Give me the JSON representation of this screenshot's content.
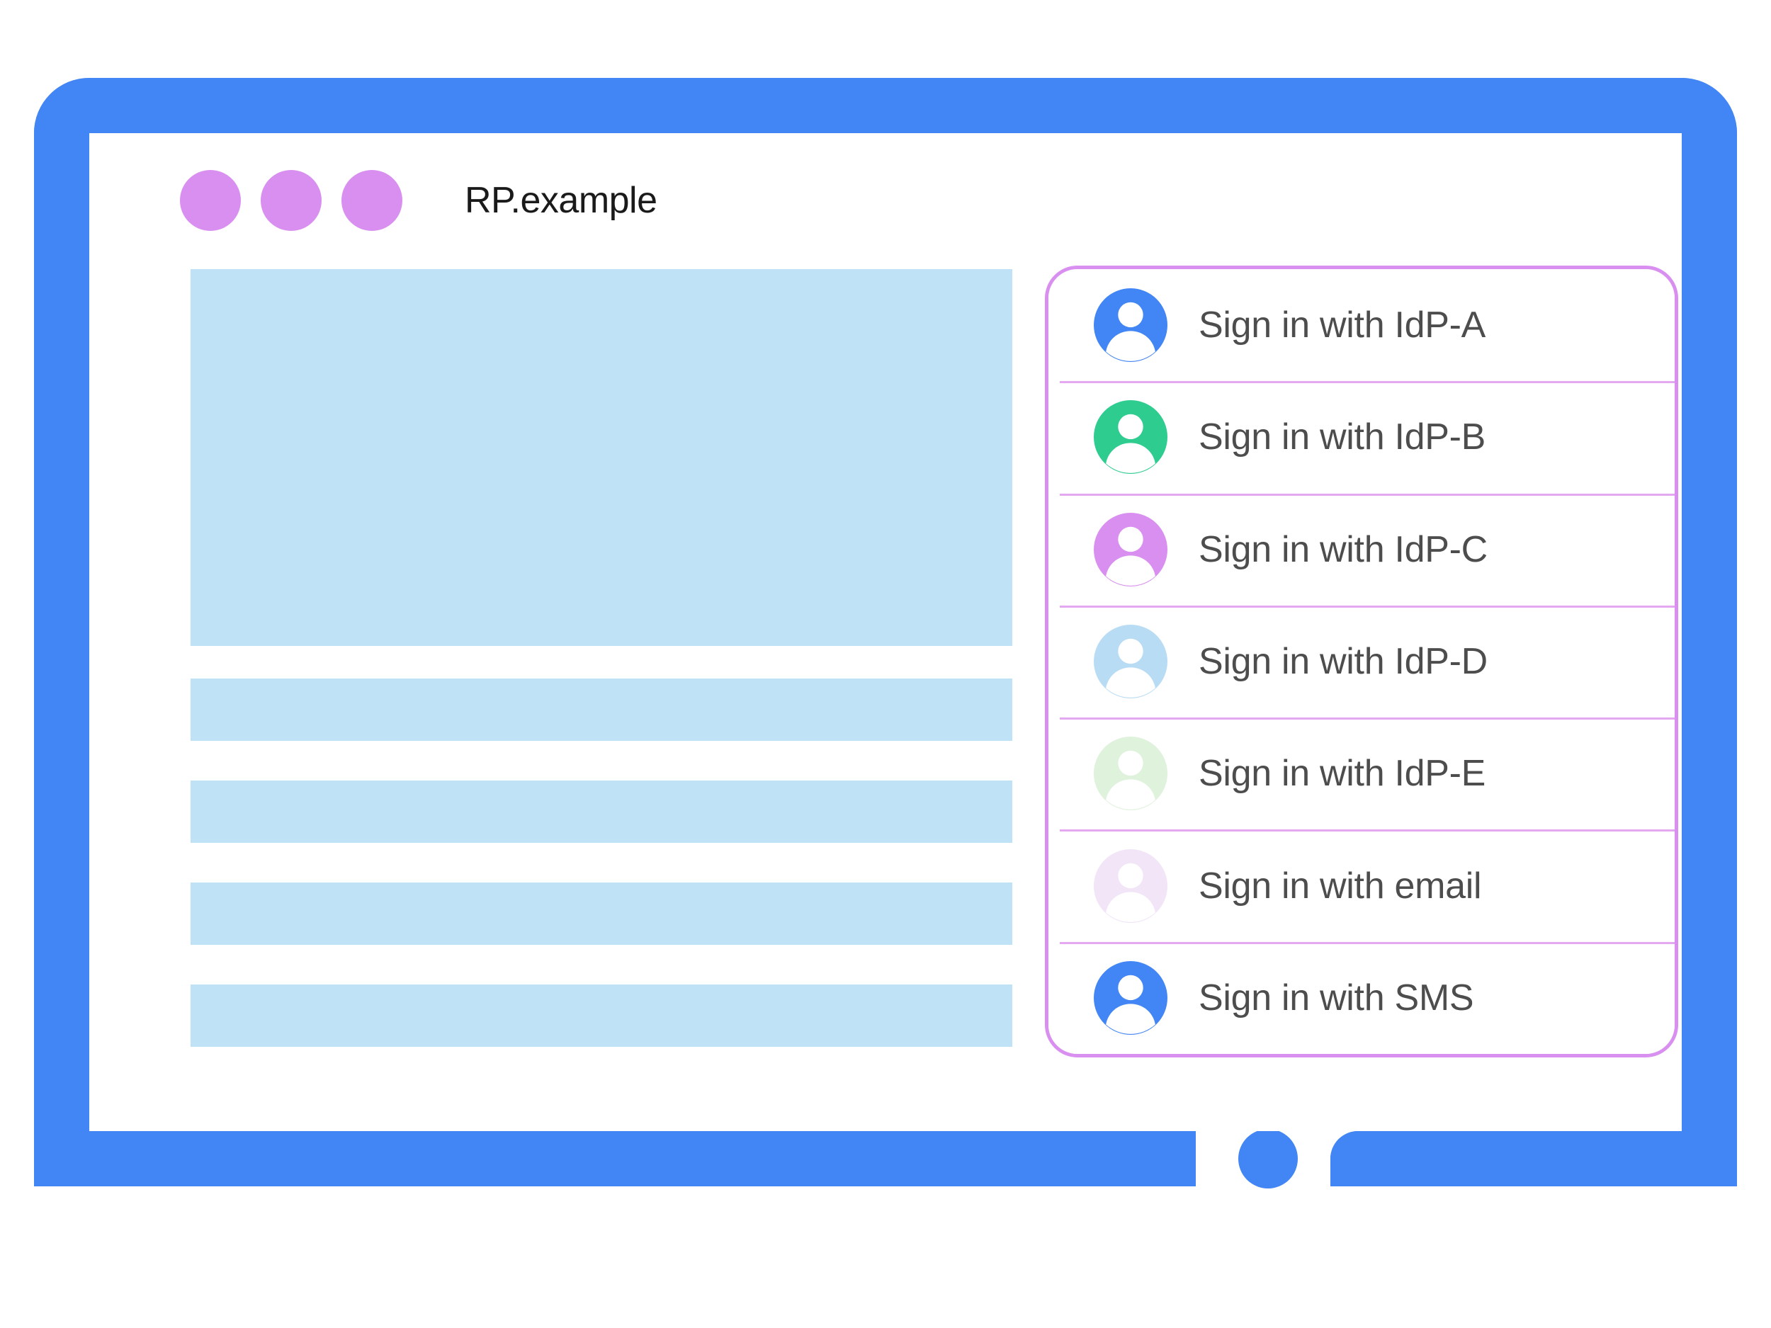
{
  "window": {
    "title": "RP.example",
    "dots": [
      "window-dot-1",
      "window-dot-2",
      "window-dot-3"
    ],
    "dot_color": "#D98FF0"
  },
  "theme": {
    "device_bezel": "#4285F4",
    "placeholder_block": "#BFE2F7",
    "dialog_border": "#D98FF0",
    "divider": "#E3A8F0",
    "label_text": "#4D4D4D",
    "page_background": "#FFFFFF"
  },
  "content_placeholders": [
    {
      "name": "hero-block",
      "kind": "hero"
    },
    {
      "name": "text-bar-1",
      "kind": "bar"
    },
    {
      "name": "text-bar-2",
      "kind": "bar"
    },
    {
      "name": "text-bar-3",
      "kind": "bar"
    },
    {
      "name": "text-bar-4",
      "kind": "bar"
    }
  ],
  "signin_dialog": {
    "options": [
      {
        "label": "Sign in with IdP-A",
        "icon": "person-avatar-icon",
        "avatar_color": "#4285F4"
      },
      {
        "label": "Sign in with IdP-B",
        "icon": "person-avatar-icon",
        "avatar_color": "#2ECC8F"
      },
      {
        "label": "Sign in with IdP-C",
        "icon": "person-avatar-icon",
        "avatar_color": "#D98FF0"
      },
      {
        "label": "Sign in with IdP-D",
        "icon": "person-avatar-icon",
        "avatar_color": "#B9DCF5"
      },
      {
        "label": "Sign in with IdP-E",
        "icon": "person-avatar-icon",
        "avatar_color": "#DEF2DC"
      },
      {
        "label": "Sign in with email",
        "icon": "person-avatar-icon",
        "avatar_color": "#F1E5F7"
      },
      {
        "label": "Sign in with SMS",
        "icon": "person-avatar-icon",
        "avatar_color": "#4285F4"
      }
    ]
  },
  "device": {
    "home_button": "home-button"
  }
}
